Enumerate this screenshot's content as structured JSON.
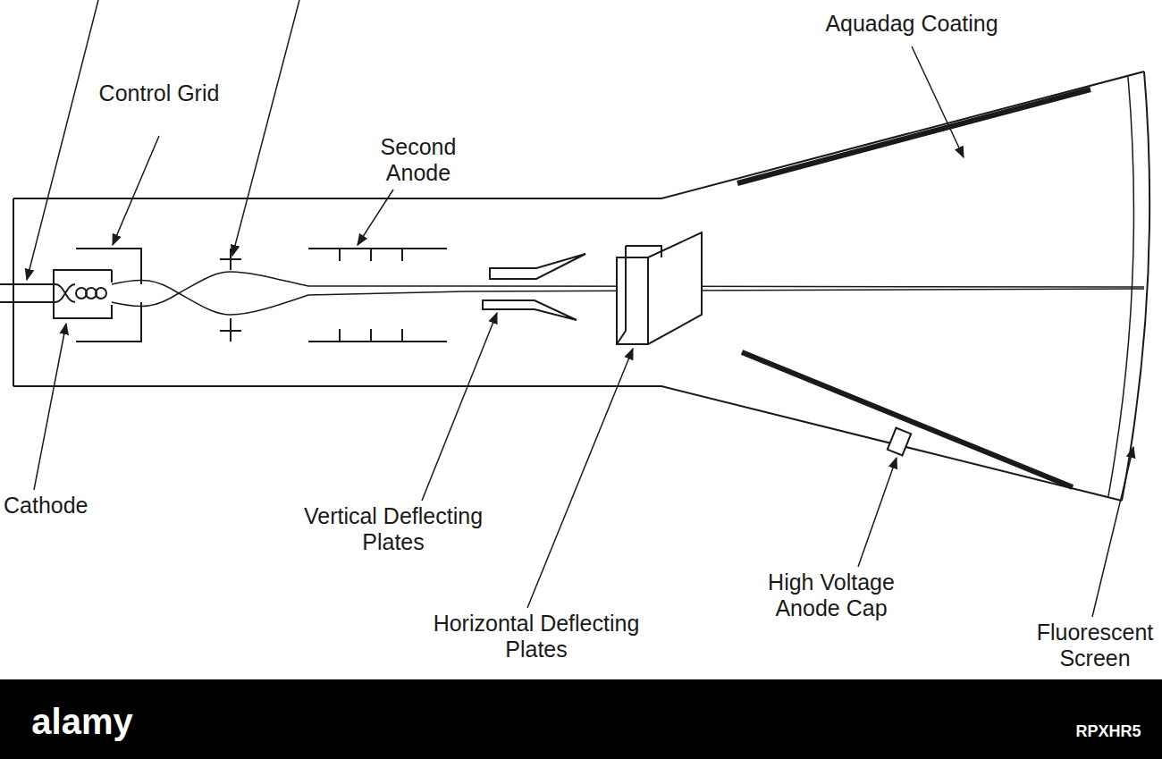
{
  "diagram": {
    "labels": [
      "Aquadag Coating",
      "Control Grid",
      "Second Anode",
      "Cathode",
      "Vertical Deflecting Plates",
      "High Voltage Anode Cap",
      "Horizontal Deflecting Plates",
      "Fluorescent Screen",
      "alamy",
      "RPXHR5"
    ]
  }
}
